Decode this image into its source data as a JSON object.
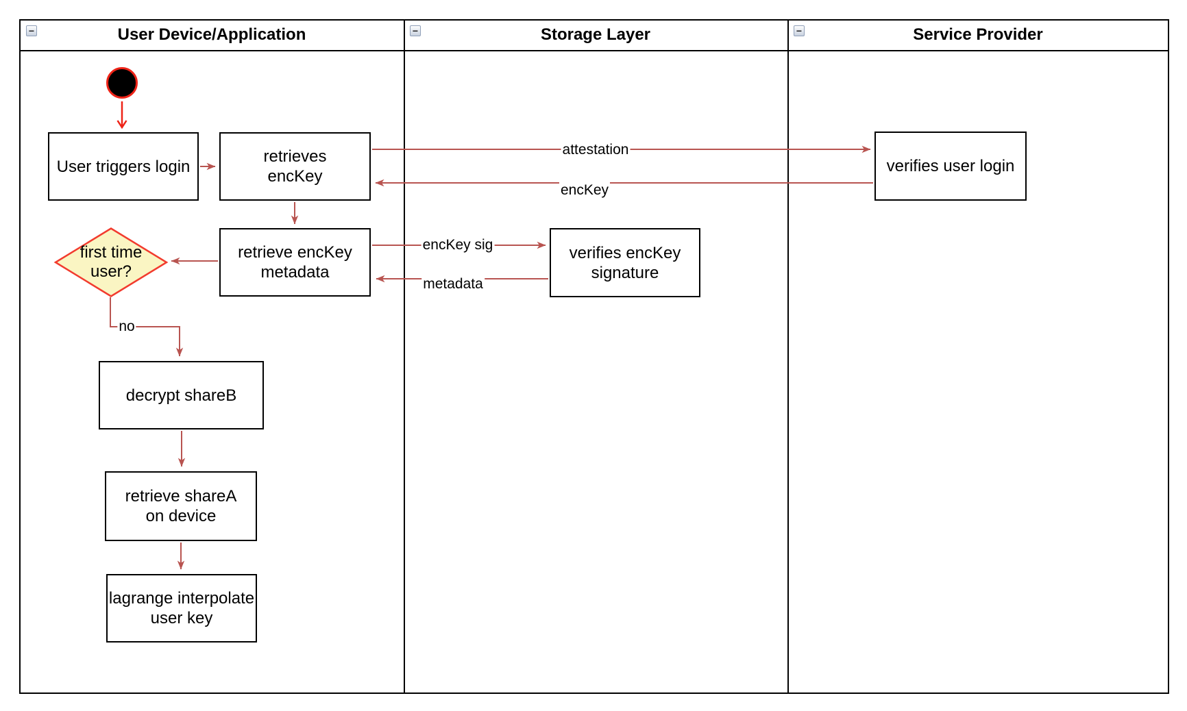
{
  "lanes": [
    {
      "title": "User Device/Application"
    },
    {
      "title": "Storage Layer"
    },
    {
      "title": "Service Provider"
    }
  ],
  "collapse_glyph": "−",
  "nodes": {
    "user_triggers_login": "User triggers login",
    "retrieves_enckey": "retrieves\nencKey",
    "verifies_user_login": "verifies user login",
    "retrieve_enckey_metadata": "retrieve encKey\nmetadata",
    "verifies_enckey_signature": "verifies encKey\nsignature",
    "first_time_user": "first time\nuser?",
    "decrypt_shareb": "decrypt shareB",
    "retrieve_sharea_on_device": "retrieve shareA\non device",
    "lagrange_interpolate_user_key": "lagrange interpolate\nuser key"
  },
  "edge_labels": {
    "attestation": "attestation",
    "enckey": "encKey",
    "enckey_sig": "encKey sig",
    "metadata": "metadata",
    "no": "no"
  },
  "colors": {
    "edge": "#B85450",
    "accent_red": "#EE2317",
    "diamond_fill": "#FAF5C3",
    "diamond_stroke": "#F23B2E",
    "node_border": "#000000",
    "node_fill": "#FFFFFF"
  }
}
